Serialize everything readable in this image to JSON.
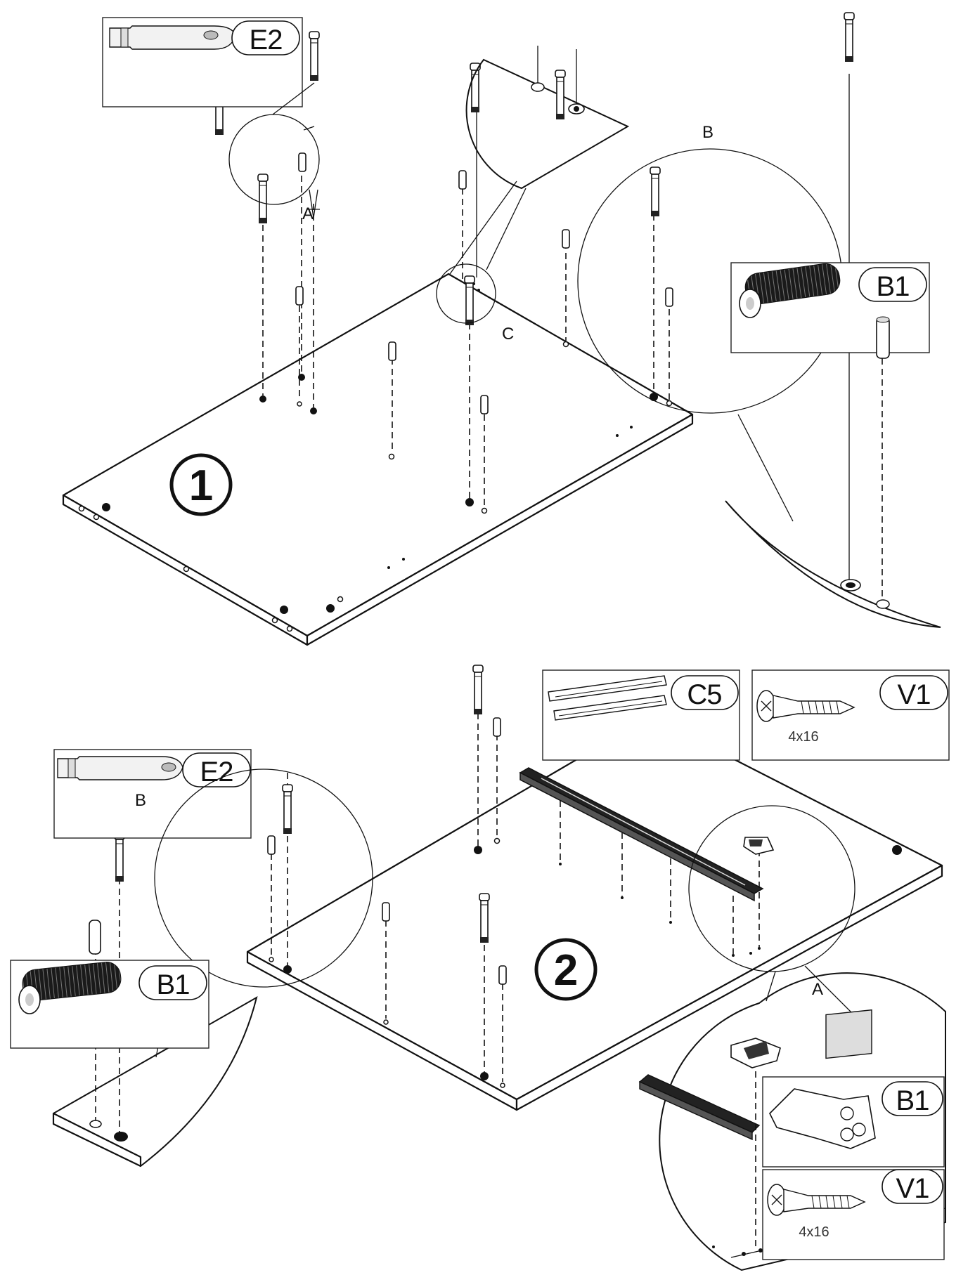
{
  "step1": {
    "number": "1",
    "parts": {
      "e2": "E2",
      "b1": "B1"
    },
    "callouts": {
      "a": "A",
      "b": "B",
      "c": "C"
    }
  },
  "step2": {
    "number": "2",
    "parts": {
      "e2": "E2",
      "b1_dowel": "B1",
      "c5": "C5",
      "v1": "V1",
      "v1_size": "4x16",
      "b1_clip": "B1",
      "v1_detail": "V1",
      "v1_detail_size": "4x16"
    },
    "callouts": {
      "a": "A",
      "b": "B"
    }
  }
}
